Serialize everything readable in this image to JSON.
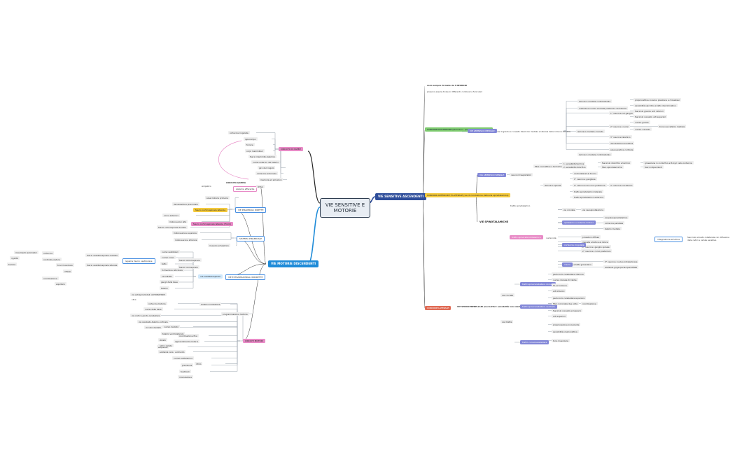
{
  "center": {
    "label": "VIE SENSITIVE E MOTORIE"
  },
  "colors": {
    "sensitive": "#2e4d9a",
    "motor": "#1f8bd8",
    "green": "#7ecb6f",
    "yellow": "#f3c93c",
    "red": "#e06b55",
    "violet": "#8388d8",
    "pink": "#e88ac6",
    "blue_outline": "#4a90e2"
  },
  "sensitive": {
    "label": "VIE SENSITIVE ASCENDENTI",
    "intro": [
      "sono sempre formate da 3 NEURONI",
      "possono essere divise in differenti: cordonali e funiculari"
    ],
    "posterior": {
      "label": "CORDONE POSTERIORE (lemnisco - propriocettiva epicritica)",
      "route": "VIE LEMNISCO MEDIALE",
      "desc": "vie di gracile e cuneato (fascicolo mediale e laterale della colonna dorsale)",
      "items": [
        "vie ipsilaterali",
        "fascicolo gracile e cuneato",
        "lemnisco mediale crociato",
        "1° neurone nel ganglio",
        "2° neurone: nuclei",
        "decussazione sensitiva",
        "3° neurone talamico",
        "area sensitiva corticale",
        "nucleo gracile",
        "nucleo cuneato",
        "fascicolo gracile: arti inferiori",
        "fascicolo cuneato: arti superiori",
        "tronco encefalico mediale",
        "propriocettiva conscia: posizione e chinestesi",
        "sensibilità epicritica e tatto discriminativo",
        "mediale al nucleo ventrale posteriore del talamo",
        "lemnisco mediale controlaterale"
      ]
    },
    "anterolateral": {
      "label": "CORDONI ANTERIORE E LATERALE (vie di conduzione della via spinotalamica)",
      "route": "VIA LEMNISCO SPINALE",
      "items": [
        "neuroni trasportatori",
        "1. sensibilità termica",
        "2. sensibilità dolorifica",
        "fascicolo dolorifico e termico",
        "fibre spinotalamiche",
        "fasci indipendenti",
        "lemnisco spinale",
        "controlaterali al tronco",
        "1° neurone: gangliare",
        "2° neurone nel corno posteriore",
        "3° neurone nel talamo",
        "tratto spinotalamico laterale",
        "tratto spinotalamico anteriore",
        "fibre nocicettive e termiche",
        "grossolana in corde fino ai 6 Gyri nella corteccia"
      ],
      "spinothal": {
        "label": "VIE SPINOTALAMICHE",
        "lateral": "tratto spinotalamico",
        "pink": "tratto spinoreticolotalamico",
        "integration": "integrazione emotiva",
        "note": "fascicolo arcuato collaterale con diffusione delle radici e cellule sensitive",
        "items": [
          "vie crociate",
          "nuclei relè",
          "formazione reticolare",
          "tatto protopatico",
          "pressione e tatto grossolano",
          "via neospinotalamica",
          "via paleospinotalamica",
          "corteccia parietale",
          "talamo mediale",
          "proiezioni diffuse",
          "risposta emotiva al dolore",
          "1° neurone: ganglio spinale",
          "2° neurone: corno posteriore",
          "3° neurone: nucleo intralaminare",
          "sostanza grigia periacqueduttale",
          "ipotalamo e sistema limbico",
          "corteccia cingolata",
          "insula"
        ]
      }
    },
    "lateral": {
      "label": "CORDONE LATERALE",
      "route": "VIE SPINOCEREBELLARI (nocicettivi: sensibilità non cosciente)",
      "groups": [
        "vie crociate",
        "vie dirette",
        "tratti spinocerebellare dorsale",
        "tratti spinocerebellare ventrale",
        "tratto cuneocerebellare"
      ],
      "items": [
        "peduncolo cerebellare inferiore",
        "nucleo dorsale di Clarke",
        "T1-L2 colonna",
        "arti inferiori",
        "peduncolo cerebellare superiore",
        "fibre incrociate due volte",
        "fascicolo cuneato accessorio",
        "arti superiori",
        "propriocezione incosciente",
        "sensibilità propriocettiva",
        "tono muscolare",
        "coordinazione",
        "equilibrio",
        "corteccia cerebellare",
        "C8 alla midollare"
      ]
    }
  },
  "motor": {
    "label": "VIE MOTORIE DISCENDENTI",
    "papez": {
      "label": "CIRCUITO DI PAPEZ",
      "items": [
        "corteccia cingolata",
        "ippocampo",
        "fornice",
        "corpi mammillari",
        "fascio mammillo-talamico",
        "nuclei anteriori del talamo",
        "giro del cingolo",
        "corteccia entorinale",
        "memoria ed emozioni"
      ]
    },
    "gamma": {
      "label": "CIRCUITO GAMMA",
      "sub": "sistema efferente",
      "side": "simpatico",
      "end": "OSSA"
    },
    "direct": {
      "label": "VIE PIRAMIDALI DIRETTE",
      "items": [
        "area motoria primaria",
        "fascio corticospinale laterale",
        "fascio corticospinale anteriore",
        "fascio corticobulbare",
        "decussazione piramidale",
        "corna anteriori",
        "motoneuroni alfa",
        "fascio corticospinale dorsale",
        "fascio corticospinale laterale (Türck)"
      ]
    },
    "extra": {
      "label": "SISTEMA PIRAMIDALE",
      "items": [
        "motoneurone superiore",
        "motoneurone inferiore",
        "via finale comune",
        "muscolo scheletrico"
      ]
    },
    "extrapyramidal": {
      "label": "VIE EXTRAPIRAMIDALI INDIRETTE",
      "vestibular": "vie vestibolospinali",
      "callout": "legame fascio vestibolare",
      "items": [
        "fascio vestibolospinale mediale",
        "fascio vestibolospinale laterale",
        "fascio reticolospinale",
        "fascio rubrospinale",
        "fascio tettospinale",
        "nucleo rosso",
        "tetto",
        "formazione reticolare",
        "olive",
        "nuclei vestibolari",
        "cervelletto",
        "gangli della base",
        "talamo",
        "corteccia",
        "controllo postura",
        "tono muscolare",
        "riflessi",
        "coordinazione",
        "equilibrio",
        "movimenti automatici",
        "rigidità",
        "tremori",
        "vie extrapiramidali: AUTOMATISMI"
      ]
    },
    "cerebellar": {
      "label": "CIRCUITI MOTORI",
      "items": [
        "sistema cerebellare",
        "via cortico-ponto-cerebellare",
        "via cerebello-talamo-corticale",
        "circuito dentato",
        "nucleo dentato",
        "talamo ventrolaterale",
        "corteccia motoria",
        "nuclei della base",
        "striato",
        "globo pallido",
        "sostanza nera",
        "nucleo subtalamico",
        "programmazione motoria",
        "coordinazione fine",
        "apprendimento motorio",
        "sequenze",
        "avvio del movimento",
        "ritmo",
        "fluidità",
        "precisione",
        "feedback",
        "modulazione",
        "controllo"
      ]
    }
  }
}
